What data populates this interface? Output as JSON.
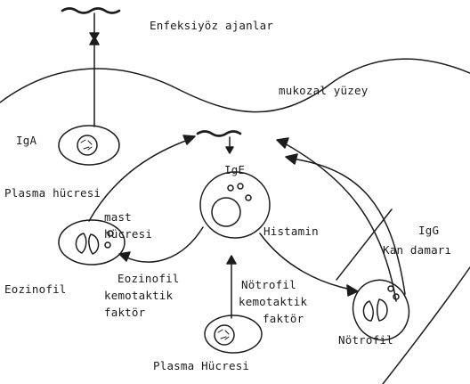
{
  "labels": {
    "infectious_agents": "Enfeksiyöz ajanlar",
    "mucosal_surface": "mukozal yüzey",
    "iga": "IgA",
    "plasma_cell_top": "Plasma hücresi",
    "ige": "IgE",
    "mast_cell_line1": "mast",
    "mast_cell_line2": "hücresi",
    "histamine": "Histamin",
    "igg": "IgG",
    "blood_vessel": "Kan damarı",
    "eosinophil": "Eozinofil",
    "eosinophil_factor_line1": "Eozinofil",
    "eosinophil_factor_line2": "kemotaktik",
    "eosinophil_factor_line3": "faktör",
    "neutrophil_factor_line1": "Nötrofil",
    "neutrophil_factor_line2": "kemotaktik",
    "neutrophil_factor_line3": "faktör",
    "neutrophil": "Nötrofil",
    "plasma_cell_bottom": "Plasma  Hücresi"
  },
  "colors": {
    "ink": "#1c1c1c",
    "background": "#ffffff"
  }
}
